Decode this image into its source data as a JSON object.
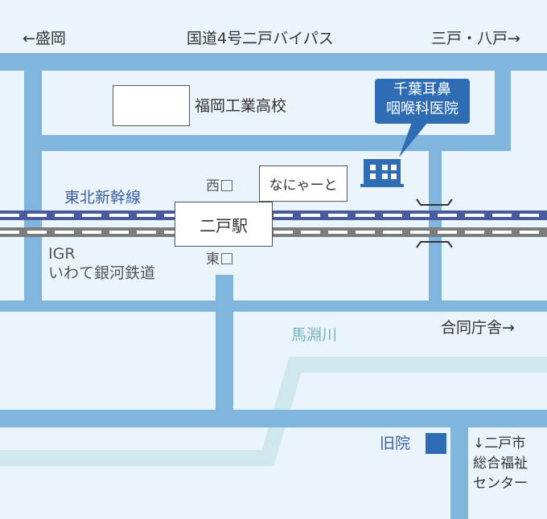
{
  "roads": {
    "top_left_direction": "←盛岡",
    "top_center": "国道4号二戸バイパス",
    "top_right_direction": "三戸・八戸→",
    "right_middle_direction": "合同庁舎→",
    "bottom_right_direction": "↓二戸市\n総合福祉\nセンター"
  },
  "railways": {
    "shinkansen": "東北新幹線",
    "igr": "IGR\nいわて銀河鉄道"
  },
  "station": {
    "name": "二戸駅",
    "west_exit": "西",
    "east_exit": "東"
  },
  "landmarks": {
    "school": "福岡工業高校",
    "shop": "なにゃーと",
    "river": "馬淵川",
    "old_clinic": "旧院"
  },
  "clinic": {
    "name": "千葉耳鼻\n咽喉科医院"
  },
  "colors": {
    "background": "#eaf4fb",
    "road": "#80b6de",
    "river": "#cfe8ee",
    "shinkansen": "#4a5a9e",
    "igr": "#7c7c7c",
    "clinic_marker": "#2e6db4"
  }
}
